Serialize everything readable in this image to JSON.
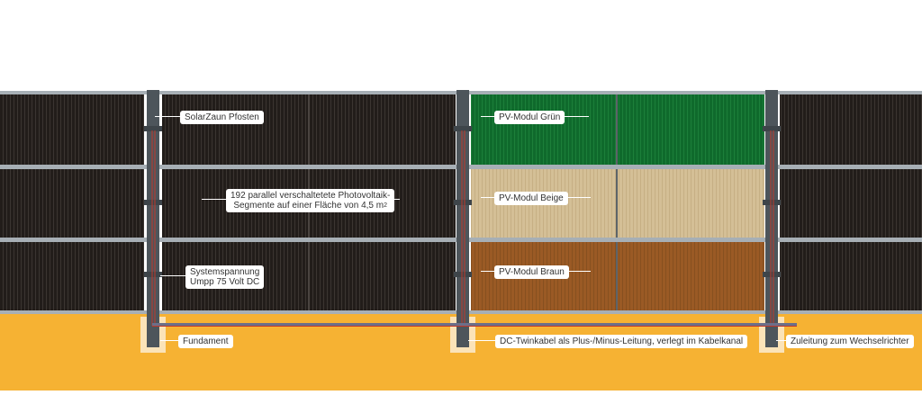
{
  "labels": {
    "post": "SolarZaun Pfosten",
    "segments_line1": "192 parallel verschaltetete Photovoltaik-",
    "segments_line2": "Segmente auf einer Fläche von 4,5 m",
    "segments_sup": "2",
    "voltage_line1": "Systemspannung",
    "voltage_line2": "Umpp 75 Volt DC",
    "foundation": "Fundament",
    "module_green": "PV-Modul Grün",
    "module_beige": "PV-Modul Beige",
    "module_brown": "PV-Modul Braun",
    "cable": "DC-Twinkabel als Plus-/Minus-Leitung, verlegt im Kabelkanal",
    "feed": "Zuleitung zum Wechselrichter"
  },
  "colors": {
    "ground": "#f6b233",
    "panel_dark": "#221d1a",
    "panel_green": "#0f6a2c",
    "panel_beige": "#d4bf96",
    "panel_brown": "#9a5a25",
    "post": "#4d555b",
    "rail": "#a7afb5",
    "wire": "#c0392b",
    "foundation": "#fbe3b8"
  }
}
